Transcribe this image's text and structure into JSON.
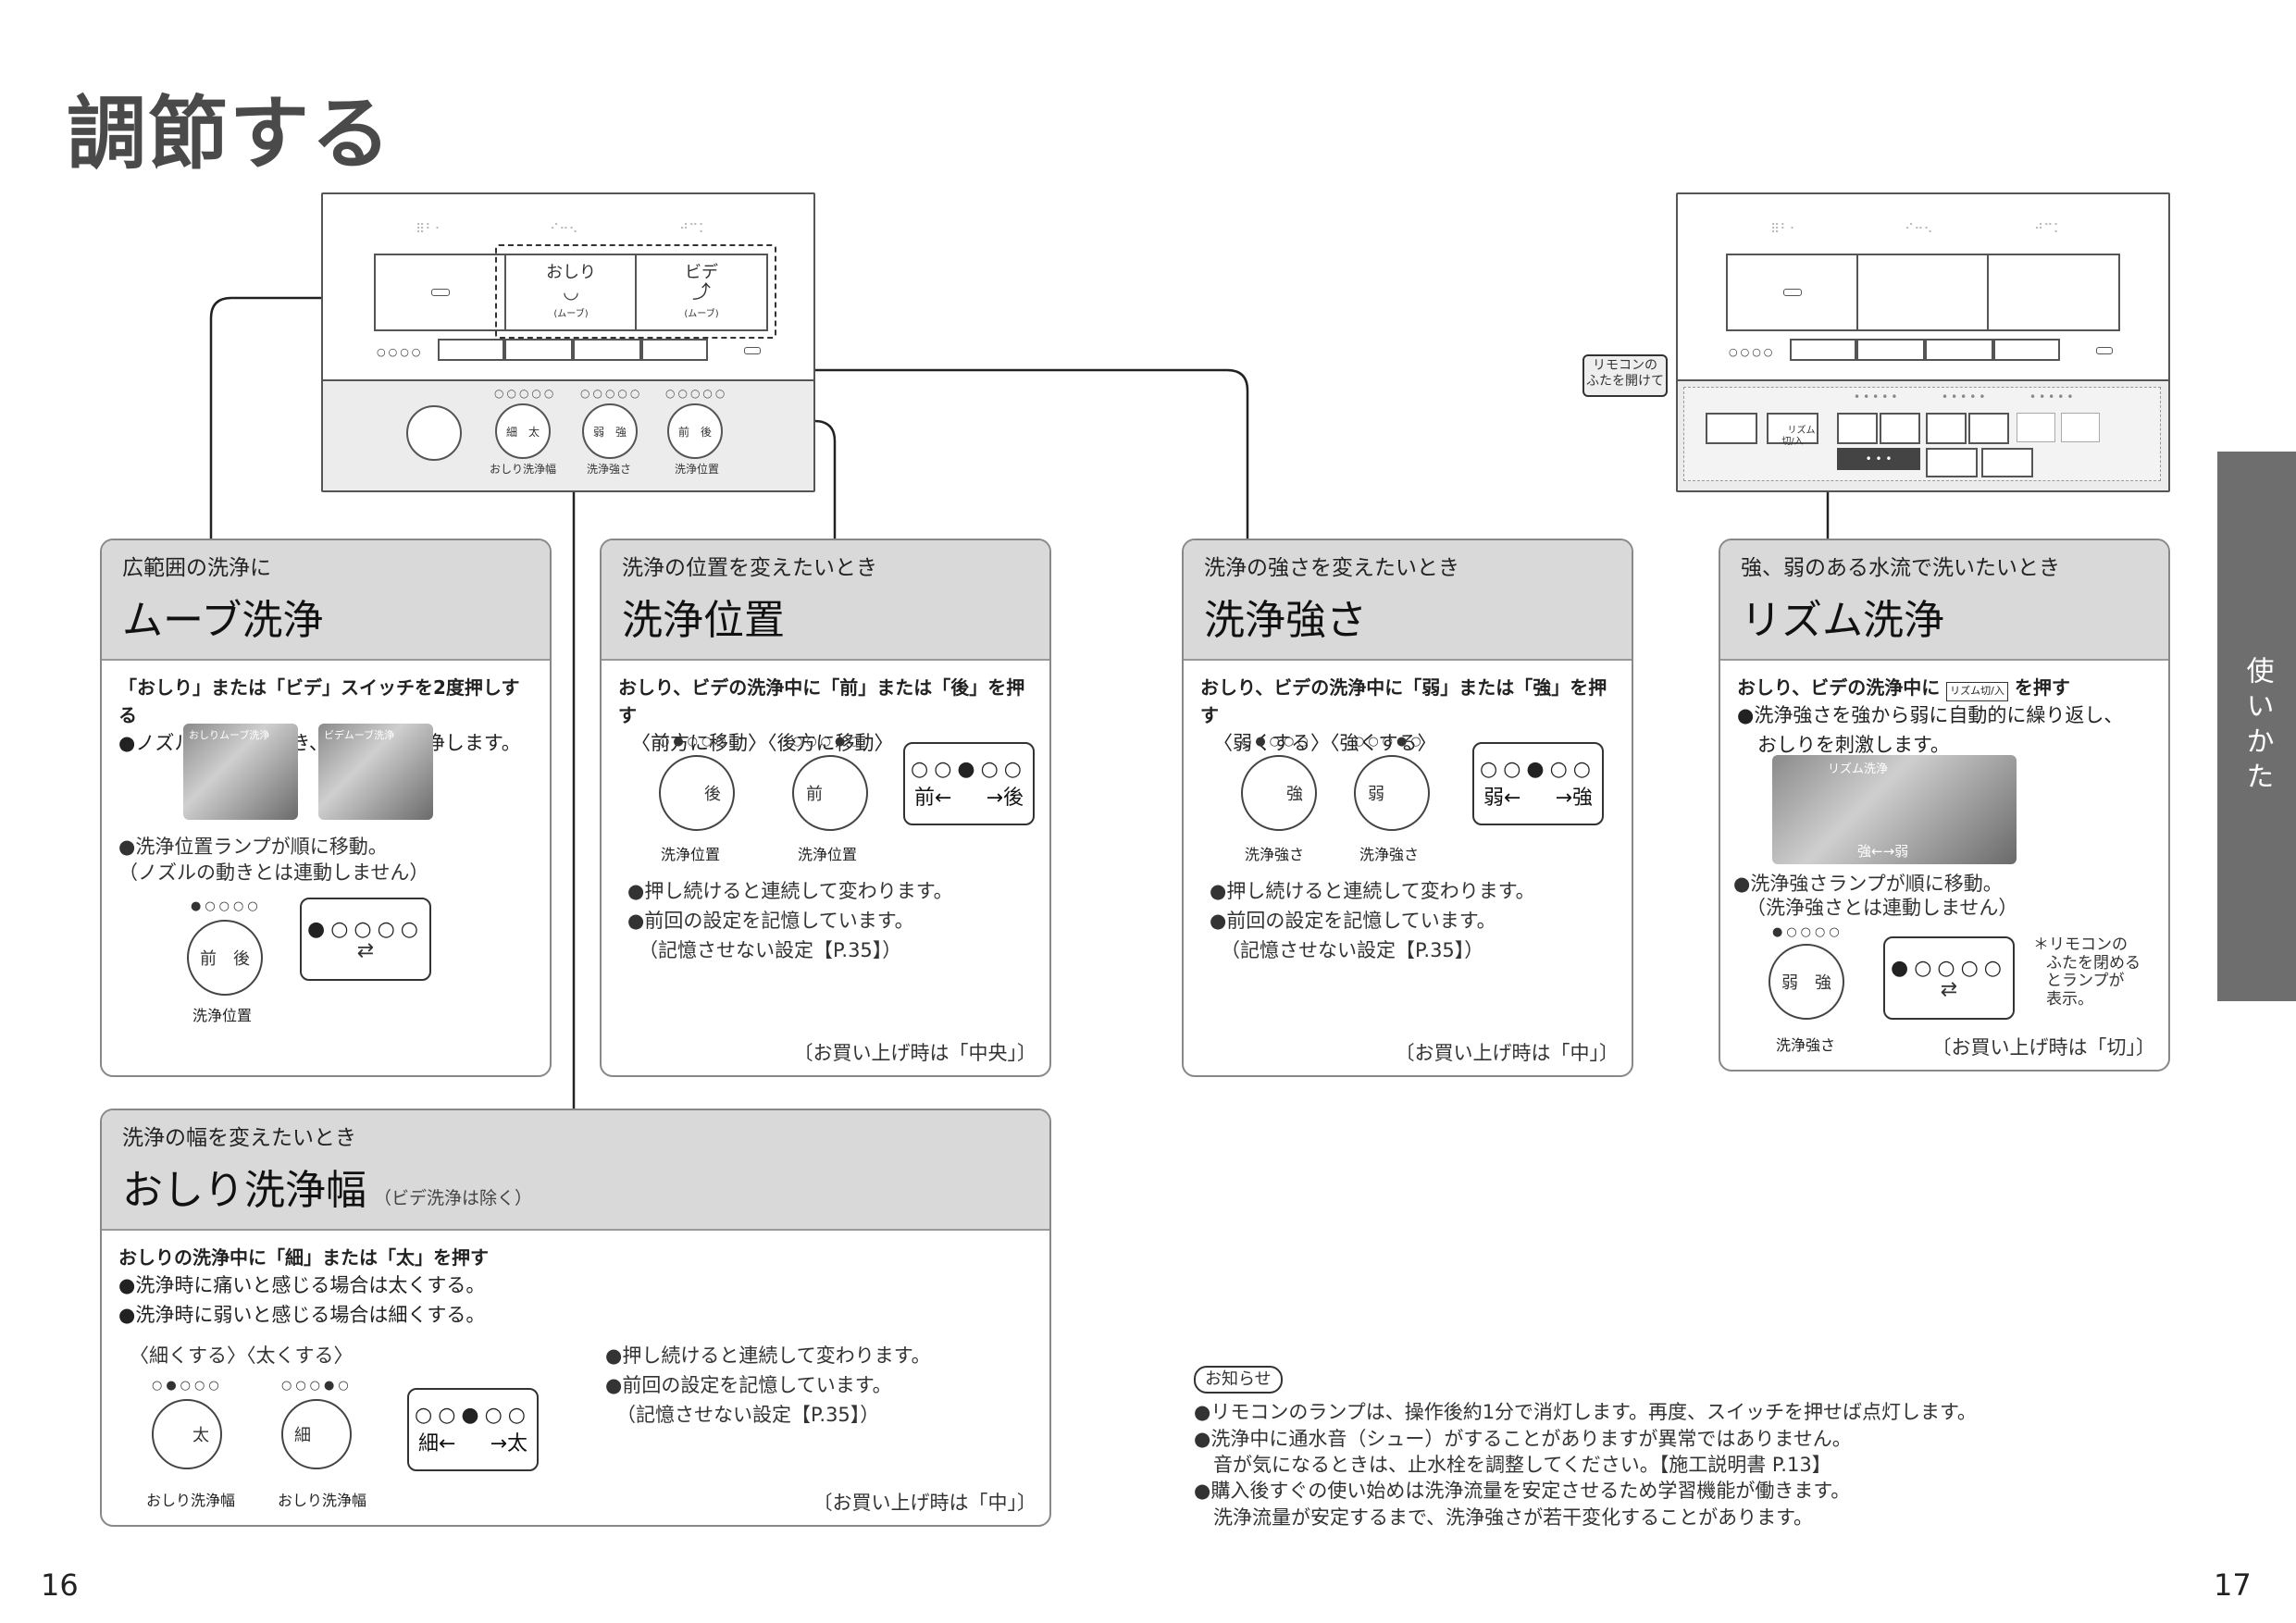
{
  "page_title": "調節する",
  "remote_left": {
    "braille": [
      "⠿⠃⠂",
      "⠊⠒⠢",
      "⠚⠉⠅"
    ],
    "oshiri_label": "おしり",
    "oshiri_mode": "(ムーブ)",
    "bidet_label": "ビデ",
    "bidet_mode": "(ムーブ)",
    "lamp_dots": "○○○○",
    "knob_width": {
      "left": "細",
      "right": "太",
      "label": "おしり洗浄幅"
    },
    "knob_strength": {
      "left": "弱",
      "right": "強",
      "label": "洗浄強さ"
    },
    "knob_position": {
      "left": "前",
      "right": "後",
      "label": "洗浄位置"
    },
    "knob_dots": "○○○○○"
  },
  "remote_right": {
    "callout": "リモコンの\nふたを開けて",
    "rhythm_button": "リズム\n切/入",
    "lamp_dots": "○○○○",
    "inner_dots": [
      "•••••",
      "•••••",
      "•••••"
    ],
    "bar_dots": "• • •"
  },
  "cards": {
    "move": {
      "sub": "広範囲の洗浄に",
      "title": "ムーブ洗浄",
      "instr": "「おしり」または「ビデ」スイッチを2度押しする",
      "desc": "●ノズルが前後に動き、広範囲を洗浄します。",
      "photo1": "おしりムーブ洗浄",
      "photo2": "ビデムーブ洗浄",
      "lamp_note1": "●洗浄位置ランプが順に移動。",
      "lamp_note2": "（ノズルの動きとは連動しません）",
      "knob_dots": "●○○○○",
      "knob_left": "前",
      "knob_right": "後",
      "knob_label": "洗浄位置",
      "lamp_dots": "●○○○○"
    },
    "position": {
      "sub": "洗浄の位置を変えたいとき",
      "title": "洗浄位置",
      "instr": "おしり、ビデの洗浄中に「前」または「後」を押す",
      "dirs": "〈前方に移動〉〈後方に移動〉",
      "k1_dots": "○●○○○",
      "k1_text": "後",
      "k1_label": "洗浄位置",
      "k2_dots": "○○○●○",
      "k2_text": "前",
      "k2_label": "洗浄位置",
      "lamp_dots": "○○●○○",
      "lamp_left": "前←",
      "lamp_right": "→後",
      "note1": "●押し続けると連続して変わります。",
      "note2": "●前回の設定を記憶しています。",
      "note3": "（記憶させない設定【P.35】）",
      "factory": "〔お買い上げ時は「中央」〕"
    },
    "strength": {
      "sub": "洗浄の強さを変えたいとき",
      "title": "洗浄強さ",
      "instr": "おしり、ビデの洗浄中に「弱」または「強」を押す",
      "dirs": "〈弱くする〉〈強くする〉",
      "k1_dots": "○●○○○",
      "k1_text": "強",
      "k1_label": "洗浄強さ",
      "k2_dots": "○○○●○",
      "k2_text": "弱",
      "k2_label": "洗浄強さ",
      "lamp_dots": "○○●○○",
      "lamp_left": "弱←",
      "lamp_right": "→強",
      "note1": "●押し続けると連続して変わります。",
      "note2": "●前回の設定を記憶しています。",
      "note3": "（記憶させない設定【P.35】）",
      "factory": "〔お買い上げ時は「中」〕"
    },
    "rhythm": {
      "sub": "強、弱のある水流で洗いたいとき",
      "title": "リズム洗浄",
      "instr_a": "おしり、ビデの洗浄中に",
      "instr_btn": "リズム切/入",
      "instr_b": "を押す",
      "desc1": "●洗浄強さを強から弱に自動的に繰り返し、",
      "desc2": "おしりを刺激します。",
      "photo": "リズム洗浄",
      "photo_arrow": "強←→弱",
      "lamp_note1": "●洗浄強さランプが順に移動。",
      "lamp_note2": "（洗浄強さとは連動しません）",
      "knob_dots": "●○○○○",
      "knob_left": "弱",
      "knob_right": "強",
      "knob_label": "洗浄強さ",
      "lamp_dots": "●○○○○",
      "aside1": "＊リモコンの",
      "aside2": "ふたを閉める",
      "aside3": "とランプが",
      "aside4": "表示。",
      "factory": "〔お買い上げ時は「切」〕"
    },
    "width": {
      "sub": "洗浄の幅を変えたいとき",
      "title": "おしり洗浄幅",
      "title_note": "（ビデ洗浄は除く）",
      "instr": "おしりの洗浄中に「細」または「太」を押す",
      "desc1": "●洗浄時に痛いと感じる場合は太くする。",
      "desc2": "●洗浄時に弱いと感じる場合は細くする。",
      "dirs": "〈細くする〉〈太くする〉",
      "k1_dots": "○●○○○",
      "k1_text": "太",
      "k1_label": "おしり洗浄幅",
      "k2_dots": "○○○●○",
      "k2_text": "細",
      "k2_label": "おしり洗浄幅",
      "lamp_dots": "○○●○○",
      "lamp_left": "細←",
      "lamp_right": "→太",
      "note1": "●押し続けると連続して変わります。",
      "note2": "●前回の設定を記憶しています。",
      "note3": "（記憶させない設定【P.35】）",
      "factory": "〔お買い上げ時は「中」〕"
    }
  },
  "info": {
    "label": "お知らせ",
    "lines": [
      "●リモコンのランプは、操作後約1分で消灯します。再度、スイッチを押せば点灯します。",
      "●洗浄中に通水音（シュー）がすることがありますが異常ではありません。",
      "　音が気になるときは、止水栓を調整してください。【施工説明書 P.13】",
      "●購入後すぐの使い始めは洗浄流量を安定させるため学習機能が働きます。",
      "　洗浄流量が安定するまで、洗浄強さが若干変化することがあります。"
    ]
  },
  "side_tab": "使いかた",
  "page_left": "16",
  "page_right": "17"
}
